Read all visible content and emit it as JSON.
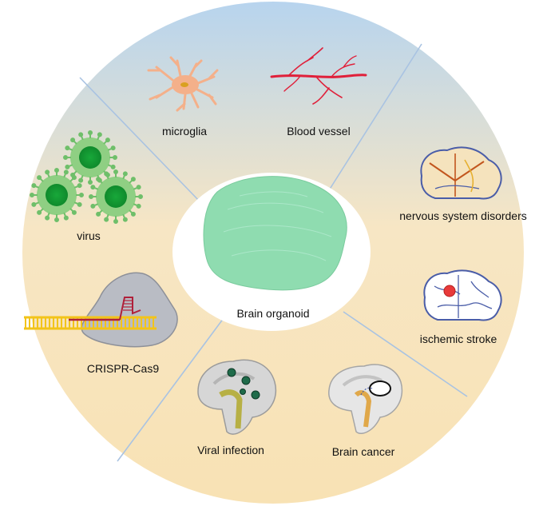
{
  "center": {
    "label": "Brain organoid"
  },
  "segments": [
    {
      "id": "microglia",
      "label": "microglia",
      "icon": "microglia-cell-icon"
    },
    {
      "id": "blood-vessel",
      "label": "Blood vessel",
      "icon": "blood-vessel-icon"
    },
    {
      "id": "nervous-system-disorders",
      "label": "nervous system disorders",
      "icon": "brain-regions-icon"
    },
    {
      "id": "ischemic-stroke",
      "label": "ischemic stroke",
      "icon": "brain-stroke-icon"
    },
    {
      "id": "brain-cancer",
      "label": "Brain cancer",
      "icon": "brain-tumor-icon"
    },
    {
      "id": "viral-infection",
      "label": "Viral infection",
      "icon": "brain-virus-icon"
    },
    {
      "id": "crispr",
      "label": "CRISPR-Cas9",
      "icon": "crispr-cas9-icon"
    },
    {
      "id": "virus",
      "label": "virus",
      "icon": "virus-particles-icon"
    }
  ],
  "colors": {
    "gradient_top": "#b7d4ee",
    "gradient_bottom": "#f8e2b4",
    "divider": "#a9c3e2",
    "organoid": "#8fdcb0",
    "microglia": "#f4b08a",
    "vessel": "#e0203a",
    "virus": "#6fbf6a",
    "virus_core": "#18a83a",
    "crispr_dna": "#f2c41a",
    "crispr_cas": "#b9bcc4",
    "brain_outline": "#4a5da8",
    "stroke_spot": "#e83a3a"
  }
}
